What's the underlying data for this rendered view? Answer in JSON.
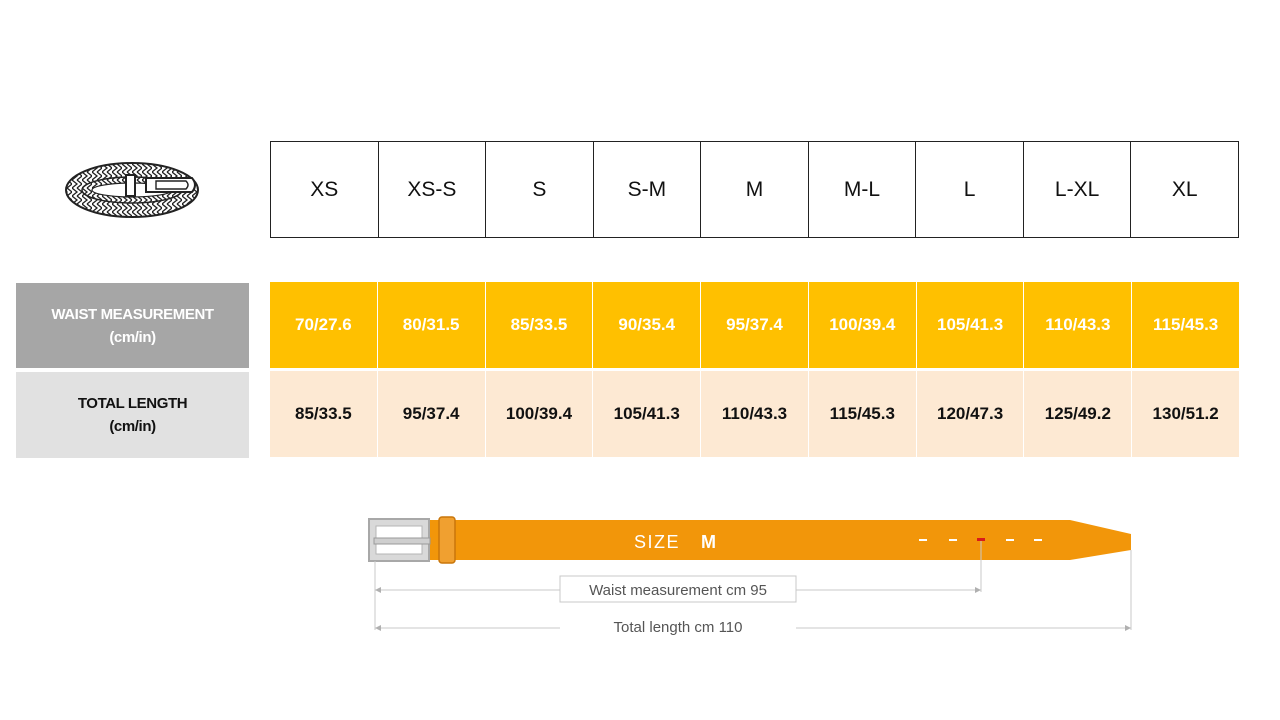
{
  "sizes": [
    "XS",
    "XS-S",
    "S",
    "S-M",
    "M",
    "M-L",
    "L",
    "L-XL",
    "XL"
  ],
  "waist": {
    "label_line1": "WAIST MEASUREMENT",
    "label_line2": "(cm/in)",
    "values": [
      "70/27.6",
      "80/31.5",
      "85/33.5",
      "90/35.4",
      "95/37.4",
      "100/39.4",
      "105/41.3",
      "110/43.3",
      "115/45.3"
    ]
  },
  "length": {
    "label_line1": "TOTAL LENGTH",
    "label_line2": "(cm/in)",
    "values": [
      "85/33.5",
      "95/37.4",
      "100/39.4",
      "105/41.3",
      "110/43.3",
      "115/45.3",
      "120/47.3",
      "125/49.2",
      "130/51.2"
    ]
  },
  "diagram": {
    "size_prefix": "SIZE",
    "size_value": "M",
    "waist_annotation": "Waist measurement cm 95",
    "length_annotation": "Total length cm 110"
  },
  "icons": {
    "belt": "braided-belt-icon",
    "diagram": "belt-measurement-diagram"
  },
  "colors": {
    "waist_row": "#ffc000",
    "length_row": "#fde9d3",
    "waist_label_bg": "#a6a6a6",
    "length_label_bg": "#e1e1e1",
    "belt_strap": "#f2960a",
    "selected_hole": "#d81b1b"
  }
}
